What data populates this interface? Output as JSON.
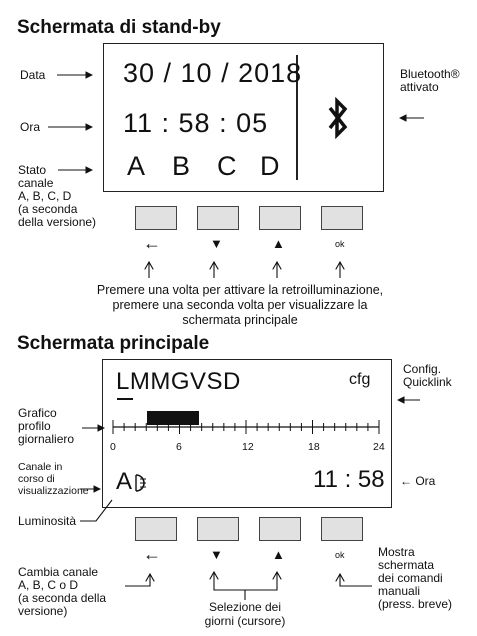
{
  "standby": {
    "title": "Schermata di stand-by",
    "label_data": "Data",
    "label_ora": "Ora",
    "label_stato": [
      "Stato",
      "canale",
      "A, B, C, D",
      "(a seconda",
      "della versione)"
    ],
    "date": "30 / 10 / 2018",
    "time": "11 : 58 : 05",
    "channels": [
      "A",
      "B",
      "C",
      "D"
    ],
    "bt_label": [
      "Bluetooth®",
      "attivato"
    ],
    "buttons": [
      "←",
      "▼",
      "▲",
      "ok"
    ],
    "caption": [
      "Premere una volta per attivare la retroilluminazione,",
      "premere una seconda volta per visualizzare la",
      "schermata principale"
    ]
  },
  "main": {
    "title": "Schermata principale",
    "days": "LMMGVSD",
    "cfg": "cfg",
    "config_label": [
      "Config.",
      "Quicklink"
    ],
    "graph_label": [
      "Grafico",
      "profilo",
      "giornaliero"
    ],
    "ticks": [
      "0",
      "6",
      "12",
      "18",
      "24"
    ],
    "channel_label": [
      "Canale in",
      "corso di",
      "visualizzazione"
    ],
    "channel": "A",
    "time": "11 : 58",
    "ora_label": "← Ora",
    "luminosita": "Luminosità",
    "buttons": [
      "←",
      "▼",
      "▲",
      "ok"
    ],
    "cambia": [
      "Cambia canale",
      "A, B, C o D",
      "(a seconda della",
      "versione)"
    ],
    "selezione": [
      "Selezione dei",
      "giorni (cursore)"
    ],
    "mostra": [
      "Mostra",
      "schermata",
      "dei comandi",
      "manuali",
      "(press. breve)"
    ]
  }
}
